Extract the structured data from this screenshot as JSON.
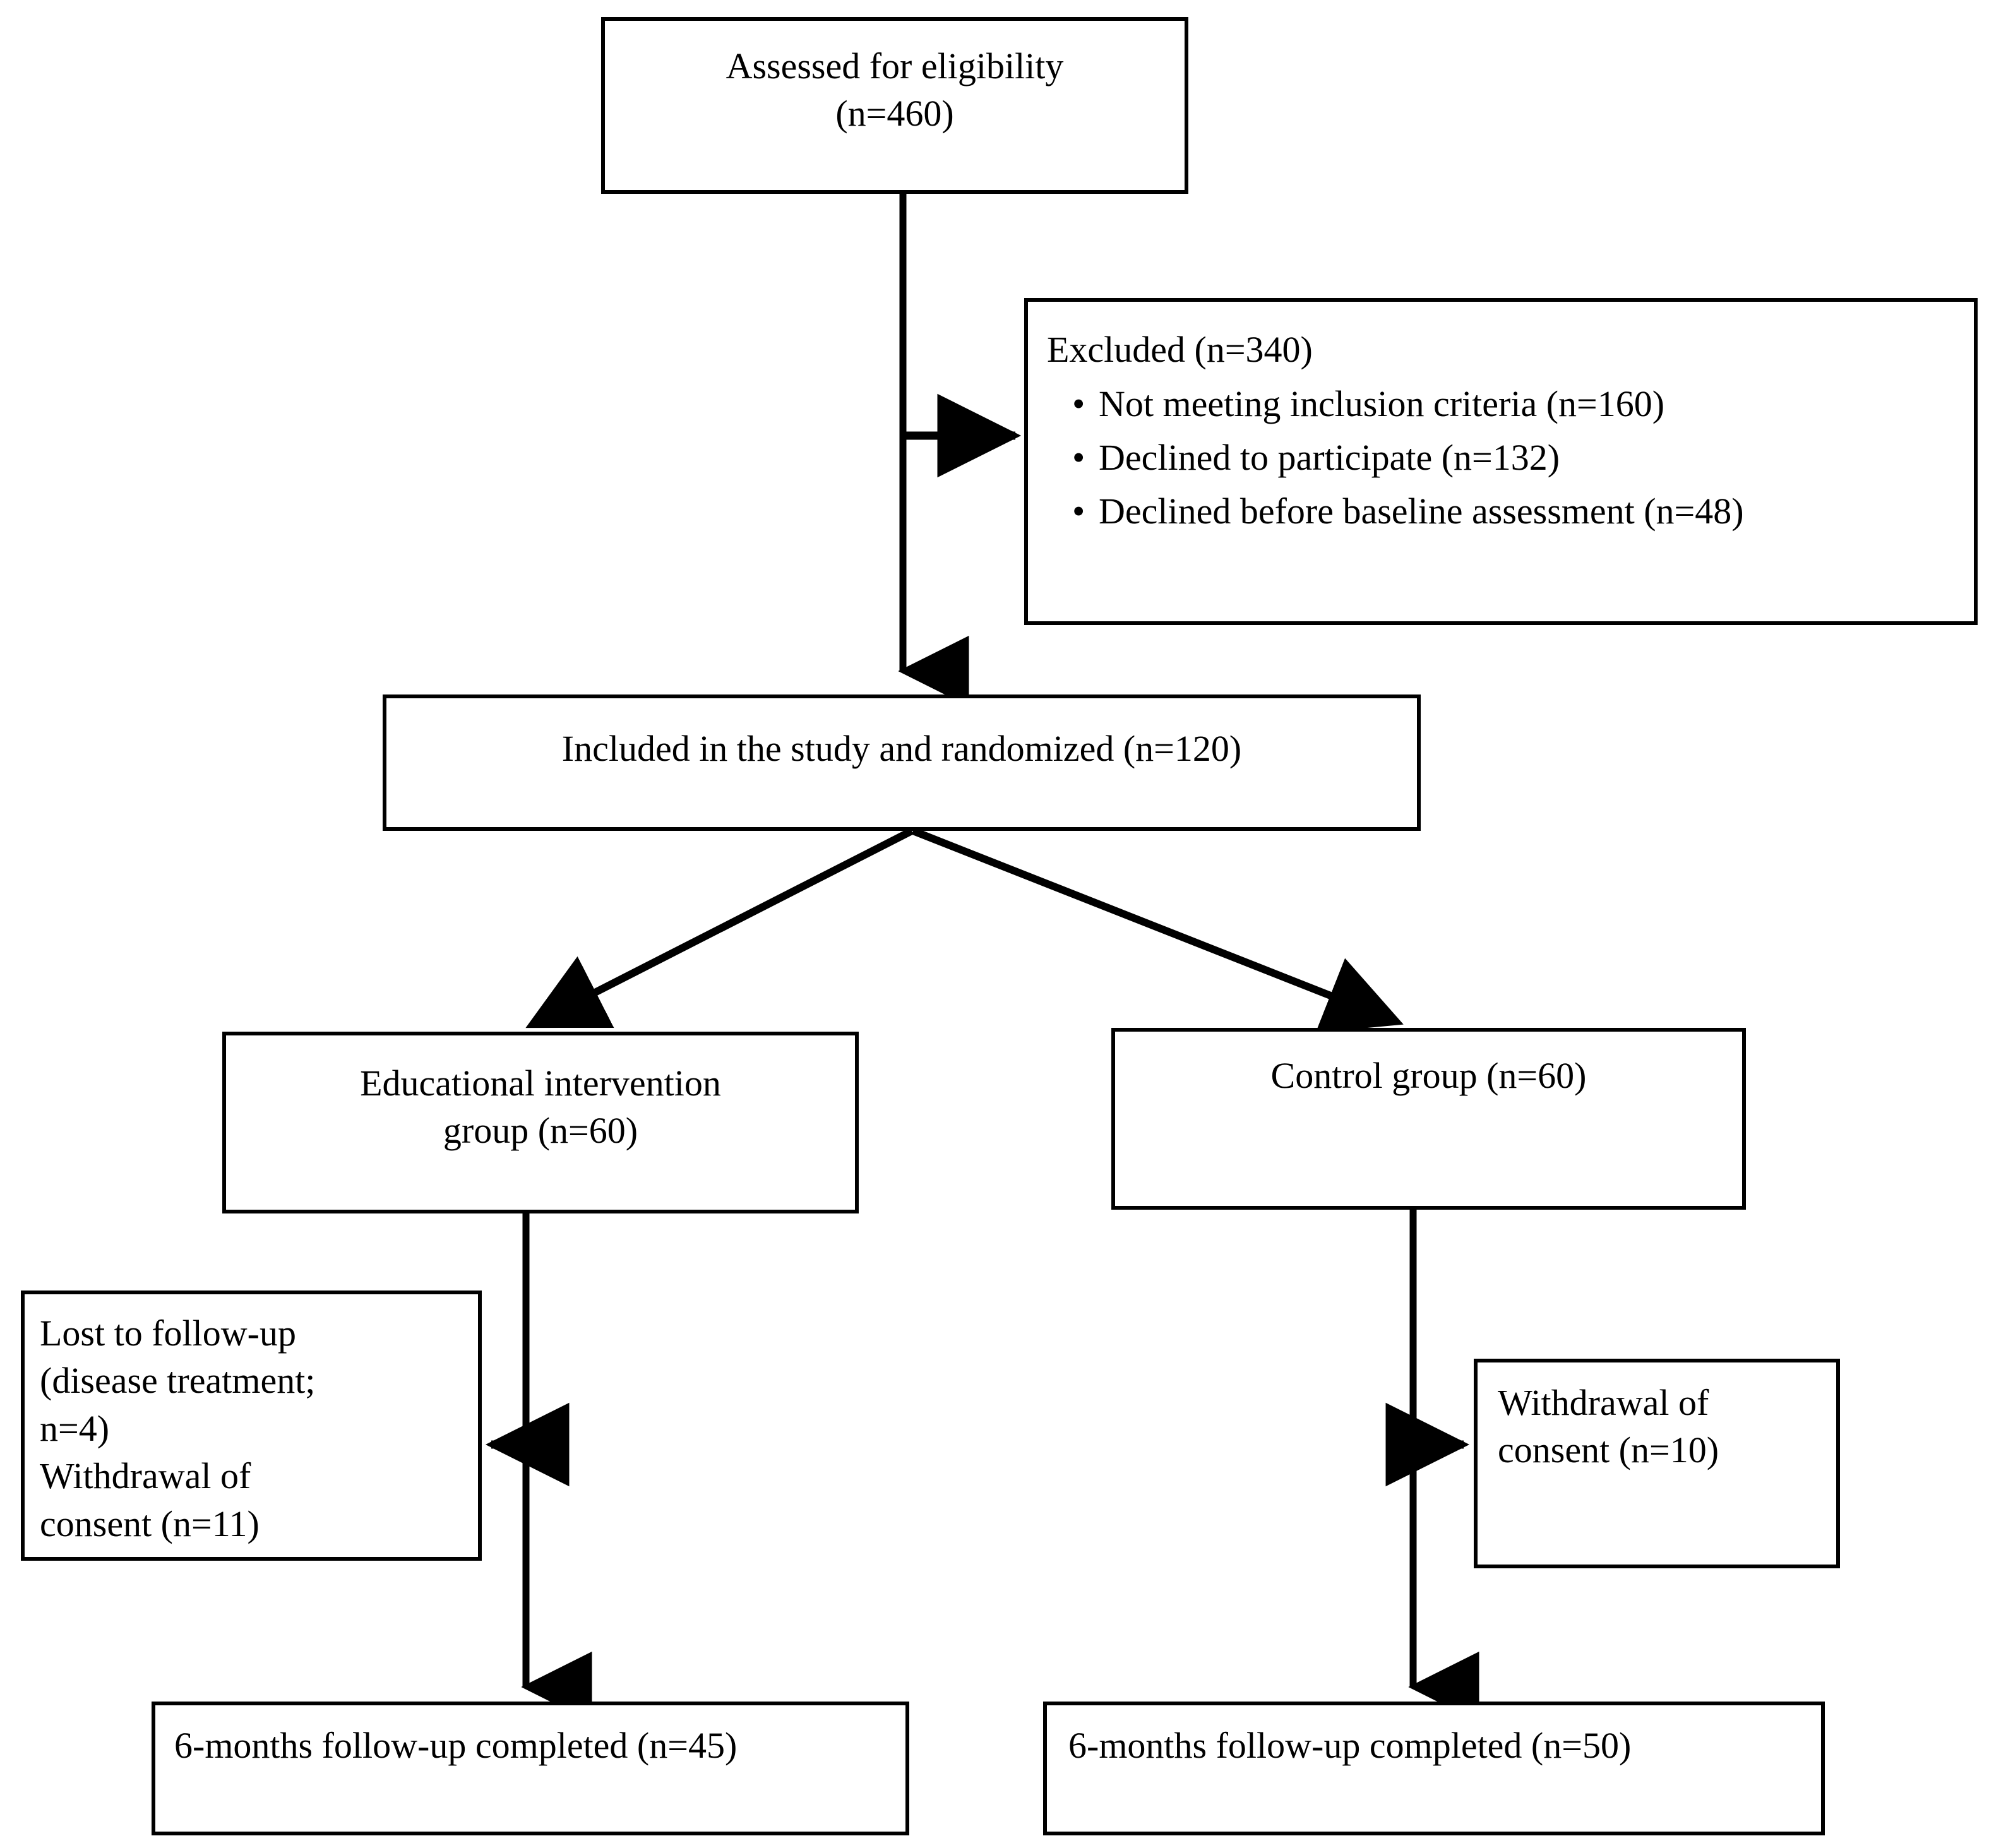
{
  "figure": {
    "type": "consort-flow-diagram",
    "background": "#ffffff",
    "stroke": "#000000"
  },
  "nodes": {
    "assessed": {
      "text": "Assessed for eligibility\n(n=460)"
    },
    "excluded": {
      "heading": "Excluded (n=340)",
      "bullet_glyph": "•",
      "items": [
        "Not meeting inclusion criteria (n=160)",
        "Declined to participate (n=132)",
        "Declined before baseline assessment (n=48)"
      ]
    },
    "randomized": {
      "text": "Included in the study and randomized (n=120)"
    },
    "intervention": {
      "text": "Educational intervention\ngroup (n=60)"
    },
    "control": {
      "text": "Control group (n=60)"
    },
    "lost_left": {
      "text": "Lost to follow-up\n(disease treatment;\nn=4)\nWithdrawal of\nconsent (n=11)"
    },
    "withdraw_right": {
      "text": "Withdrawal of\nconsent (n=10)"
    },
    "followup_left": {
      "text": "6-months follow-up completed (n=45)"
    },
    "followup_right": {
      "text": "6-months follow-up completed (n=50)"
    }
  },
  "counts": {
    "assessed_for_eligibility": 460,
    "excluded_total": 340,
    "not_meeting_inclusion_criteria": 160,
    "declined_to_participate": 132,
    "declined_before_baseline_assessment": 48,
    "included_and_randomized": 120,
    "intervention_group": 60,
    "control_group": 60,
    "intervention_lost_disease_treatment": 4,
    "intervention_withdrawal_of_consent": 11,
    "control_withdrawal_of_consent": 10,
    "intervention_followup_completed": 45,
    "control_followup_completed": 50
  }
}
